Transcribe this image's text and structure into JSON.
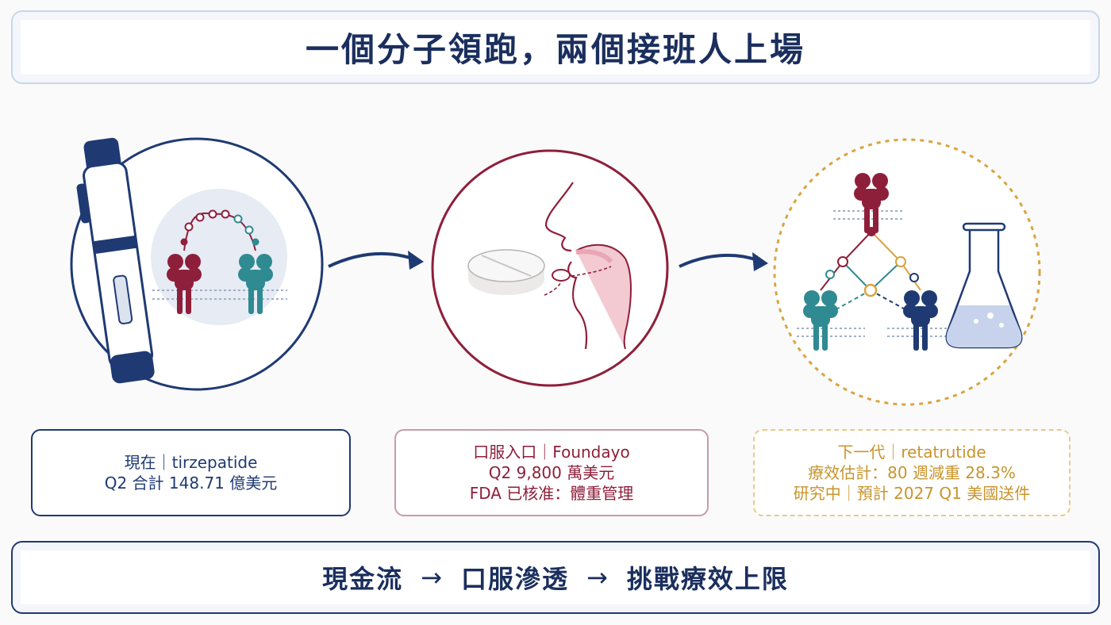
{
  "title": "一個分子領跑，兩個接班人上場",
  "colors": {
    "navy": "#1f3a73",
    "crimson": "#8e1f3a",
    "teal": "#2f8a92",
    "gold": "#d9a441"
  },
  "cards": [
    {
      "lines": [
        "現在｜tirzepatide",
        "Q2 合計 148.71 億美元"
      ]
    },
    {
      "lines": [
        "口服入口｜Foundayo",
        "Q2 9,800 萬美元",
        "FDA 已核准：體重管理"
      ]
    },
    {
      "lines": [
        "下一代｜retatrutide",
        "療效估計：80 週減重 28.3%",
        "研究中｜預計 2027 Q1 美國送件"
      ]
    }
  ],
  "footer": {
    "step1": "現金流",
    "step2": "口服滲透",
    "step3": "挑戰療效上限",
    "arrow": "→"
  }
}
